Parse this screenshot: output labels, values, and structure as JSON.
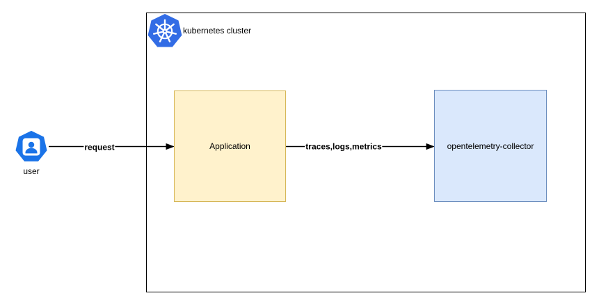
{
  "cluster": {
    "label": "kubernetes cluster"
  },
  "nodes": {
    "user": {
      "label": "user"
    },
    "application": {
      "label": "Application"
    },
    "collector": {
      "label": "opentelemetry-collector"
    }
  },
  "edges": {
    "request": {
      "label": "request"
    },
    "telemetry": {
      "label": "traces,logs,metrics"
    }
  },
  "icons": {
    "kubernetes": "kubernetes-logo-heptagon-helm-wheel",
    "user": "user-person-heptagon"
  },
  "colors": {
    "k8s-blue": "#326CE5",
    "user-blue": "#1A73E8",
    "app-fill": "#FFF2CC",
    "app-stroke": "#D6B656",
    "collector-fill": "#DAE8FC",
    "collector-stroke": "#6C8EBF",
    "edge": "#000000",
    "canvas-bg": "#FFFFFF"
  }
}
